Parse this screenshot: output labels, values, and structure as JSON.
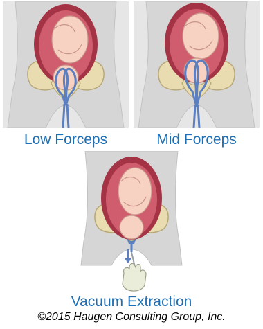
{
  "colors": {
    "caption": "#1f6fb5",
    "credit": "#000000",
    "background": "#e6e6e6",
    "torso": "#d6d6d6",
    "uterus_wall": "#a43445",
    "uterus_inner": "#cf5d6d",
    "fetus_skin": "#f7d2c2",
    "fetus_outline": "#c9958a",
    "pelvis": "#e9dcb0",
    "instrument": "#5b7fc0",
    "hand": "#e9edd9"
  },
  "panels": [
    {
      "icon": "low-forceps-illustration",
      "caption": "Low Forceps"
    },
    {
      "icon": "mid-forceps-illustration",
      "caption": "Mid Forceps"
    },
    {
      "icon": "vacuum-extraction-illustration",
      "caption": "Vacuum Extraction"
    }
  ],
  "credit": "©2015 Haugen Consulting Group, Inc."
}
